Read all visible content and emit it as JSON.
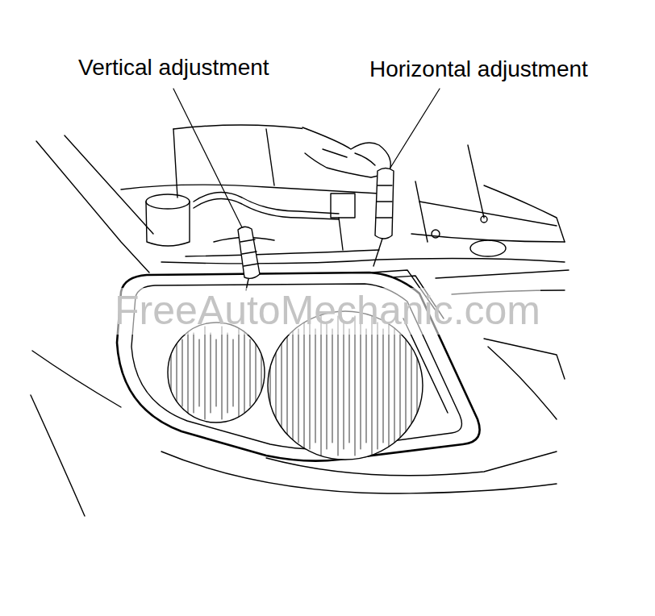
{
  "diagram": {
    "labels": [
      "Vertical adjustment",
      "Horizontal adjustment",
      "FreeAutoMechanic.com"
    ]
  }
}
